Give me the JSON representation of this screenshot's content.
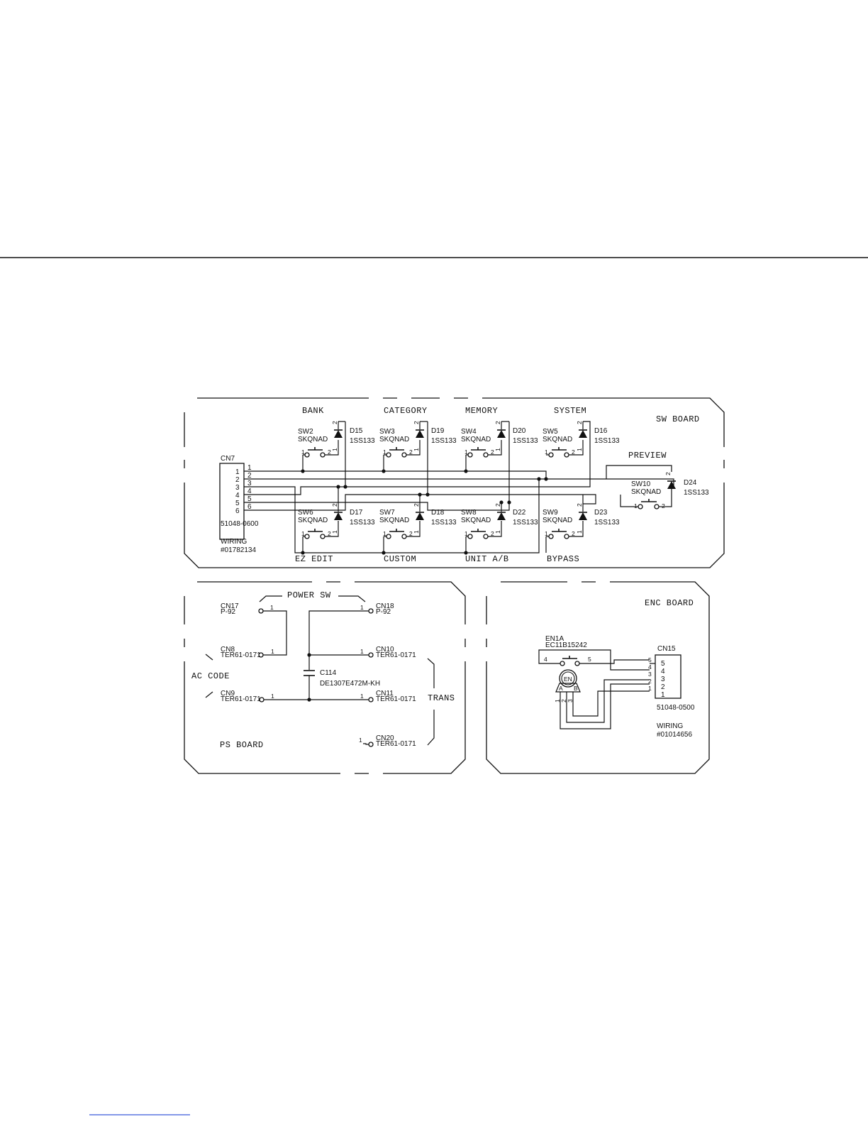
{
  "sw_board": {
    "title": "SW BOARD",
    "labels": {
      "bank": "BANK",
      "category": "CATEGORY",
      "memory": "MEMORY",
      "system": "SYSTEM",
      "preview": "PREVIEW",
      "ez_edit": "EZ EDIT",
      "custom": "CUSTOM",
      "unit_ab": "UNIT A/B",
      "bypass": "BYPASS"
    },
    "connector": {
      "name": "CN7",
      "part": "51048-0600",
      "wiring_label": "WIRING",
      "wiring_no": "#01782134",
      "pins": [
        "1",
        "2",
        "3",
        "4",
        "5",
        "6"
      ]
    },
    "switch_type": "SKQNAD",
    "diode_type": "1SS133",
    "pin_one": "1",
    "pin_two": "2",
    "switches": {
      "sw2": "SW2",
      "sw3": "SW3",
      "sw4": "SW4",
      "sw5": "SW5",
      "sw6": "SW6",
      "sw7": "SW7",
      "sw8": "SW8",
      "sw9": "SW9",
      "sw10": "SW10"
    },
    "diodes": {
      "d15": "D15",
      "d19": "D19",
      "d20": "D20",
      "d16": "D16",
      "d17": "D17",
      "d18": "D18",
      "d22": "D22",
      "d23": "D23",
      "d24": "D24"
    }
  },
  "ps_board": {
    "title": "PS BOARD",
    "power_sw": "POWER SW",
    "ac_code": "AC CODE",
    "trans": "TRANS",
    "connectors": {
      "cn17": {
        "name": "CN17",
        "part": "P-92"
      },
      "cn18": {
        "name": "CN18",
        "part": "P-92"
      },
      "cn8": {
        "name": "CN8",
        "part": "TER61-0171"
      },
      "cn9": {
        "name": "CN9",
        "part": "TER61-0171"
      },
      "cn10": {
        "name": "CN10",
        "part": "TER61-0171"
      },
      "cn11": {
        "name": "CN11",
        "part": "TER61-0171"
      },
      "cn20": {
        "name": "CN20",
        "part": "TER61-0171"
      }
    },
    "pin_label": "1",
    "capacitor": {
      "name": "C114",
      "part": "DE1307E472M-KH"
    }
  },
  "enc_board": {
    "title": "ENC BOARD",
    "encoder": {
      "name": "EN1A",
      "part": "EC11B15242",
      "pin4": "4",
      "pin5": "5",
      "symbol": "EN",
      "a": "A",
      "b": "B",
      "p1": "1",
      "p2": "2",
      "p3": "3"
    },
    "connector": {
      "name": "CN15",
      "part": "51048-0500",
      "wiring_label": "WIRING",
      "wiring_no": "#01014656",
      "pins": [
        "5",
        "4",
        "3",
        "2",
        "1"
      ]
    }
  }
}
